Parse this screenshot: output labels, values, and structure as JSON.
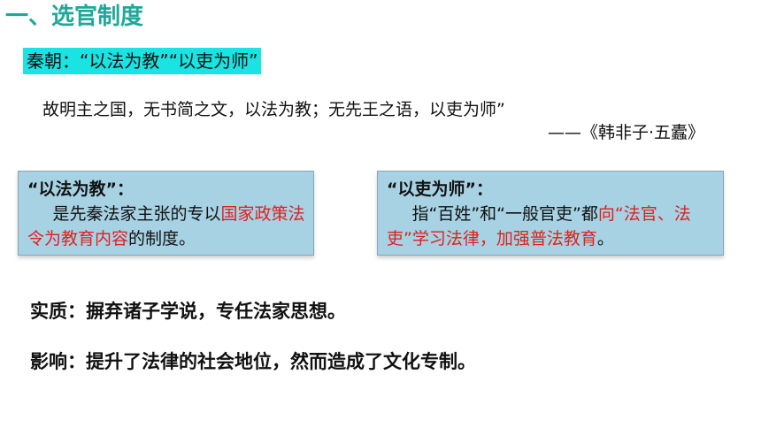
{
  "title": "一、选官制度",
  "subtitle": "秦朝：“以法为教”“以吏为师”",
  "quote": "故明主之国，无书简之文，以法为教；无先王之语，以吏为师”",
  "source": "——《韩非子·五蠹》",
  "box1": {
    "heading": "“以法为教”：",
    "pre": "是先秦法家主张的专以",
    "highlight": "国家政策法令为教育内容",
    "post": "的制度。"
  },
  "box2": {
    "heading": "“以吏为师”：",
    "pre": "指“百姓”和“一般官吏”都",
    "highlight": "向“法官、法吏”学习法律，加强普法教育",
    "post": "。"
  },
  "essence": {
    "line1": "实质：摒弃诸子学说，专任法家思想。",
    "line2": "影响：提升了法律的社会地位，然而造成了文化专制。"
  },
  "colors": {
    "title": "#1fa89a",
    "subtitle_bg": "#19e3e3",
    "box_bg": "#a6d2e3",
    "highlight": "#e0201e"
  }
}
